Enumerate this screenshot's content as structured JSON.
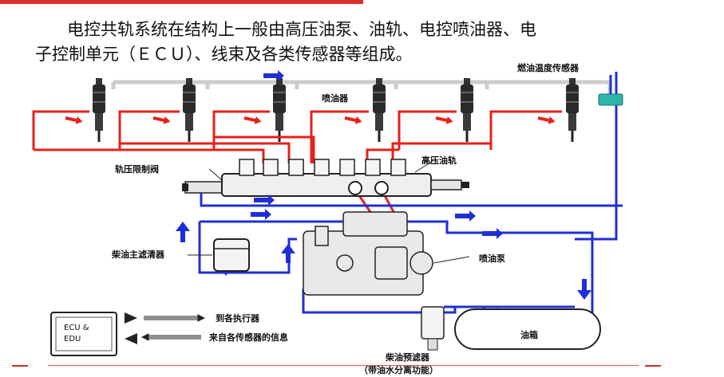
{
  "intro": {
    "line1": "电控共轨系统在结构上一般由高压油泵、油轨、电控喷油器、电",
    "line2": "子控制单元（ＥＣＵ）、线束及各类传感器等组成。"
  },
  "labels": {
    "fuel_temp_sensor": "燃油温度传感器",
    "injector": "喷油器",
    "high_pressure_rail": "高压油轨",
    "rail_pressure_valve": "轨压限制阀",
    "main_filter": "柴油主滤清器",
    "injection_pump": "喷油泵",
    "to_actuators": "到各执行器",
    "from_sensors": "来自各传感器的信息",
    "ecu_line1": "ECU &",
    "ecu_line2": "EDU",
    "tank": "油箱",
    "prefilter": "柴油预滤器",
    "prefilter_note": "（带油水分离功能）"
  },
  "colors": {
    "high_pressure": "#e8201a",
    "low_pressure": "#1f2fd6",
    "return_line": "#cccccc",
    "sensor": "#2cb5a8",
    "accent_bar": "#d9302a"
  }
}
